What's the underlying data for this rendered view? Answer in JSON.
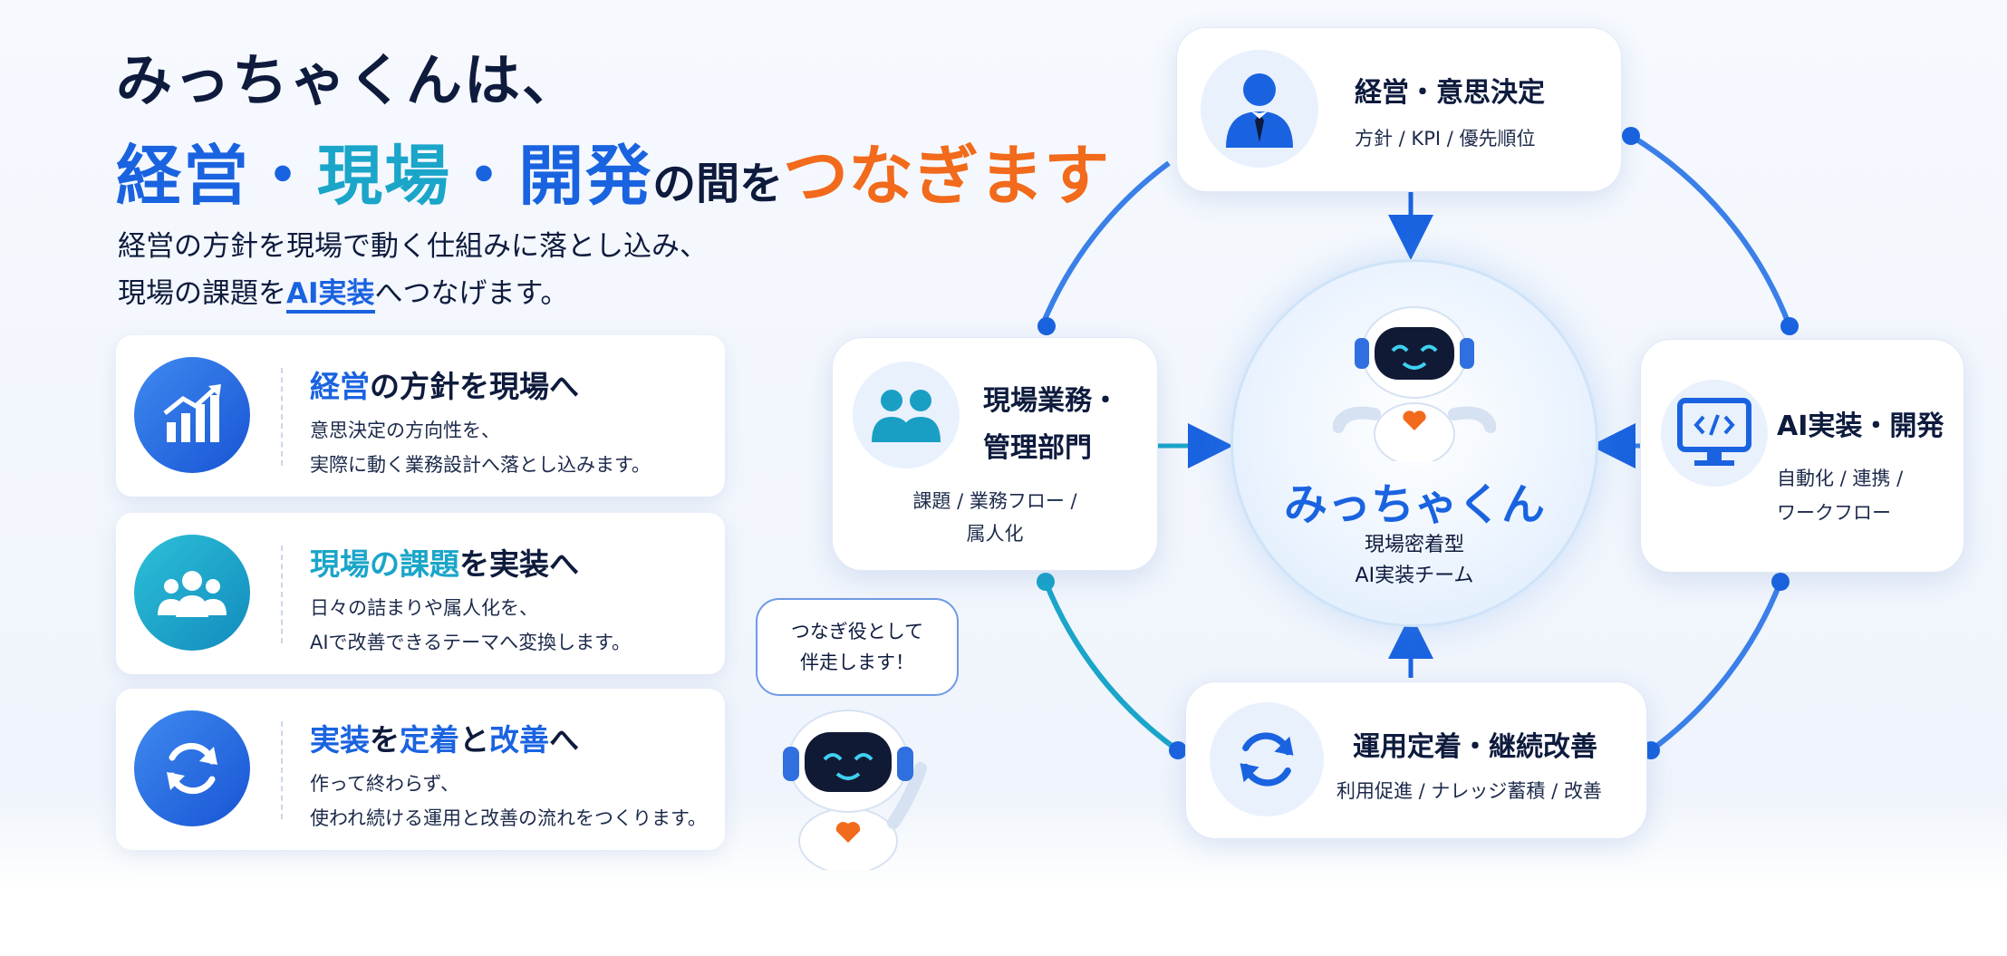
{
  "headline": {
    "line1": "みっちゃくんは、",
    "keiei": "経営",
    "dot1": "・",
    "genba": "現場",
    "dot2": "・",
    "kaihatsu": "開発",
    "no_aida_wo1": "の間を",
    "tsunagimasu": "つなぎます"
  },
  "lead": {
    "line1": "経営の方針を現場で動く仕組みに落とし込み、",
    "line2_pre": "現場の課題を",
    "line2_hl": "AI実装",
    "line2_post": "へつなげます。"
  },
  "cards": [
    {
      "t1": "経営",
      "t2": "の方針を現場へ",
      "t3": "",
      "body1": "意思決定の方向性を、",
      "body2": "実際に動く業務設計へ落とし込みます。"
    },
    {
      "t1": "現場の課題",
      "t2": "を実装へ",
      "t3": "",
      "body1": "日々の詰まりや属人化を、",
      "body2": "AIで改善できるテーマへ変換します。"
    },
    {
      "t1": "実装",
      "t2": "を",
      "t3": "定着",
      "t4": "と",
      "t5": "改善",
      "t6": "へ",
      "body1": "作って終わらず、",
      "body2": "使われ続ける運用と改善の流れをつくります。"
    }
  ],
  "bubble": {
    "line1": "つなぎ役として",
    "line2": "伴走します！"
  },
  "nodes": {
    "top": {
      "title": "経営・意思決定",
      "sub": "方針 / KPI / 優先順位",
      "icon": "executive-icon"
    },
    "left": {
      "title1": "現場業務・",
      "title2": "管理部門",
      "sub1": "課題 / 業務フロー /",
      "sub2": "属人化",
      "icon": "team-icon"
    },
    "right": {
      "title": "AI実装・開発",
      "sub1": "自動化 / 連携 /",
      "sub2": "ワークフロー",
      "icon": "code-monitor-icon"
    },
    "bottom": {
      "title": "運用定着・継続改善",
      "sub": "利用促進 / ナレッジ蓄積 / 改善",
      "icon": "refresh-icon"
    }
  },
  "center": {
    "name": "みっちゃくん",
    "sub1": "現場密着型",
    "sub2": "AI実装チーム"
  },
  "colors": {
    "blue": "#1a63e0",
    "teal": "#1aa5c9",
    "orange": "#f26a1b",
    "navy": "#0e1b3d"
  }
}
